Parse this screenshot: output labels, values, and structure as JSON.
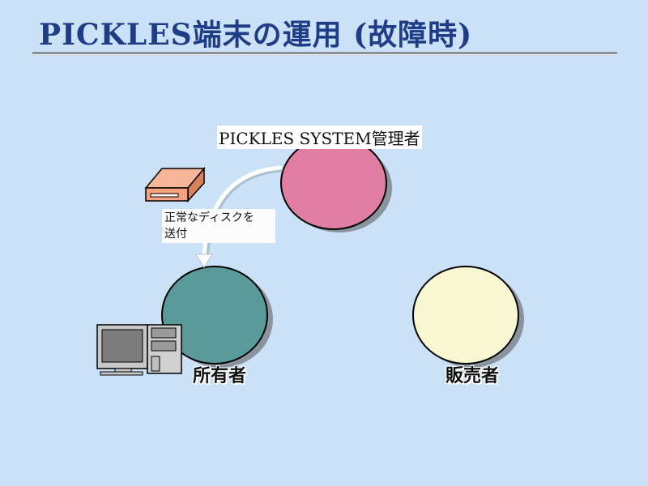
{
  "header": {
    "title": "PICKLES端末の運用 (故障時)"
  },
  "diagram": {
    "admin_label": "PICKLES SYSTEM管理者",
    "owner_label": "所有者",
    "seller_label": "販売者",
    "note_line1": "正常なディスクを",
    "note_line2": "送付"
  },
  "colors": {
    "admin_circle": "#e07ea2",
    "owner_circle": "#5a9a9a",
    "seller_circle": "#f7f8d2",
    "disk": "#f7a17e",
    "title": "#1f3d86"
  },
  "icons": [
    "disk-drive-icon",
    "computer-icon"
  ]
}
